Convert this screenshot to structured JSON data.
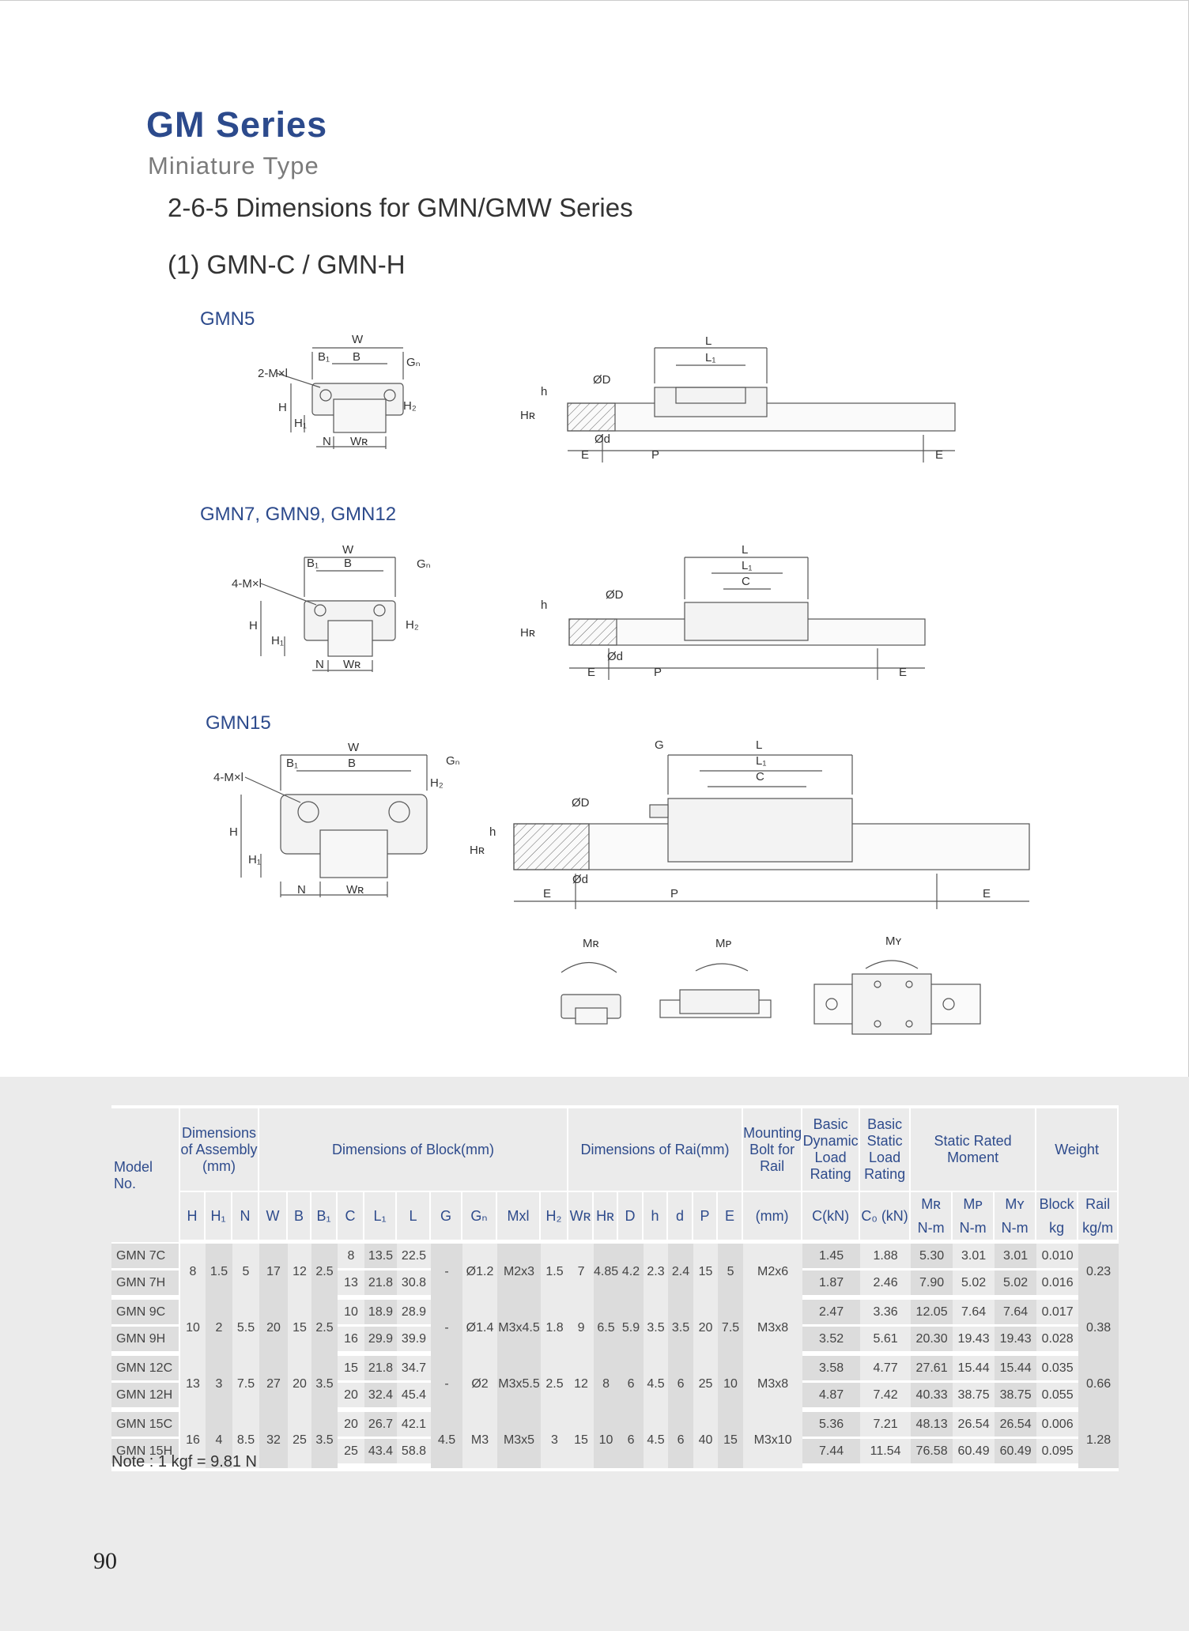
{
  "header": {
    "title": "GM Series",
    "subtitle": "Miniature Type",
    "section": "2-6-5  Dimensions for  GMN/GMW Series",
    "subsection": "(1) GMN-C / GMN-H"
  },
  "drawings": {
    "gmn5": {
      "title": "GMN5",
      "front": [
        "W",
        "B₁",
        "B",
        "Gₙ",
        "2-M×l",
        "H",
        "H₁",
        "H₂",
        "N",
        "Wʀ"
      ],
      "side": [
        "L",
        "L₁",
        "ØD",
        "h",
        "Hʀ",
        "Ød",
        "E",
        "P",
        "E"
      ]
    },
    "gmn7": {
      "title": "GMN7, GMN9, GMN12",
      "front": [
        "W",
        "B₁",
        "B",
        "Gₙ",
        "4-M×l",
        "H",
        "H₁",
        "H₂",
        "N",
        "Wʀ"
      ],
      "side": [
        "L",
        "L₁",
        "C",
        "ØD",
        "h",
        "Hʀ",
        "Ød",
        "E",
        "P",
        "E"
      ]
    },
    "gmn15": {
      "title": "GMN15",
      "front": [
        "W",
        "B₁",
        "B",
        "Gₙ",
        "4-M×l",
        "H",
        "H₁",
        "H₂",
        "N",
        "Wʀ"
      ],
      "side": [
        "G",
        "L",
        "L₁",
        "C",
        "ØD",
        "h",
        "Hʀ",
        "Ød",
        "E",
        "P",
        "E"
      ]
    },
    "moments": [
      "Mʀ",
      "Mᴘ",
      "Mʏ"
    ]
  },
  "table": {
    "group_headers": {
      "model": "Model No.",
      "assembly": "Dimensions of Assembly (mm)",
      "block": "Dimensions of Block(mm)",
      "rail": "Dimensions of Rai(mm)",
      "bolt": "Mounting Bolt for Rail",
      "dynamic": "Basic Dynamic Load Rating",
      "static": "Basic Static Load Rating",
      "moment": "Static Rated Moment",
      "weight": "Weight"
    },
    "sub_headers": [
      "H",
      "H₁",
      "N",
      "W",
      "B",
      "B₁",
      "C",
      "L₁",
      "L",
      "G",
      "Gₙ",
      "Mxl",
      "H₂",
      "Wʀ",
      "Hʀ",
      "D",
      "h",
      "d",
      "P",
      "E",
      "(mm)",
      "C(kN)",
      "C₀ (kN)"
    ],
    "moment_headers": [
      "Mʀ",
      "Mᴘ",
      "Mʏ"
    ],
    "moment_units": [
      "N-m",
      "N-m",
      "N-m"
    ],
    "weight_headers": [
      "Block",
      "Rail"
    ],
    "weight_units": [
      "kg",
      "kg/m"
    ],
    "groups": [
      {
        "models": [
          "GMN 7C",
          "GMN 7H"
        ],
        "H": "8",
        "H1": "1.5",
        "N": "5",
        "W": "17",
        "B": "12",
        "B1": "2.5",
        "C": [
          "8",
          "13"
        ],
        "L1": [
          "13.5",
          "21.8"
        ],
        "L": [
          "22.5",
          "30.8"
        ],
        "G": "-",
        "Gn": "Ø1.2",
        "Mxl": "M2x3",
        "H2": "1.5",
        "WR": "7",
        "HR": "4.85",
        "D": "4.2",
        "h": "2.3",
        "d": "2.4",
        "P": "15",
        "E": "5",
        "bolt": "M2x6",
        "Cdyn": [
          "1.45",
          "1.87"
        ],
        "C0": [
          "1.88",
          "2.46"
        ],
        "MR": [
          "5.30",
          "7.90"
        ],
        "MP": [
          "3.01",
          "5.02"
        ],
        "MY": [
          "3.01",
          "5.02"
        ],
        "block": [
          "0.010",
          "0.016"
        ],
        "rail": "0.23"
      },
      {
        "models": [
          "GMN 9C",
          "GMN 9H"
        ],
        "H": "10",
        "H1": "2",
        "N": "5.5",
        "W": "20",
        "B": "15",
        "B1": "2.5",
        "C": [
          "10",
          "16"
        ],
        "L1": [
          "18.9",
          "29.9"
        ],
        "L": [
          "28.9",
          "39.9"
        ],
        "G": "-",
        "Gn": "Ø1.4",
        "Mxl": "M3x4.5",
        "H2": "1.8",
        "WR": "9",
        "HR": "6.5",
        "D": "5.9",
        "h": "3.5",
        "d": "3.5",
        "P": "20",
        "E": "7.5",
        "bolt": "M3x8",
        "Cdyn": [
          "2.47",
          "3.52"
        ],
        "C0": [
          "3.36",
          "5.61"
        ],
        "MR": [
          "12.05",
          "20.30"
        ],
        "MP": [
          "7.64",
          "19.43"
        ],
        "MY": [
          "7.64",
          "19.43"
        ],
        "block": [
          "0.017",
          "0.028"
        ],
        "rail": "0.38"
      },
      {
        "models": [
          "GMN 12C",
          "GMN 12H"
        ],
        "H": "13",
        "H1": "3",
        "N": "7.5",
        "W": "27",
        "B": "20",
        "B1": "3.5",
        "C": [
          "15",
          "20"
        ],
        "L1": [
          "21.8",
          "32.4"
        ],
        "L": [
          "34.7",
          "45.4"
        ],
        "G": "-",
        "Gn": "Ø2",
        "Mxl": "M3x5.5",
        "H2": "2.5",
        "WR": "12",
        "HR": "8",
        "D": "6",
        "h": "4.5",
        "d": "6",
        "P": "25",
        "E": "10",
        "bolt": "M3x8",
        "Cdyn": [
          "3.58",
          "4.87"
        ],
        "C0": [
          "4.77",
          "7.42"
        ],
        "MR": [
          "27.61",
          "40.33"
        ],
        "MP": [
          "15.44",
          "38.75"
        ],
        "MY": [
          "15.44",
          "38.75"
        ],
        "block": [
          "0.035",
          "0.055"
        ],
        "rail": "0.66"
      },
      {
        "models": [
          "GMN 15C",
          "GMN 15H"
        ],
        "H": "16",
        "H1": "4",
        "N": "8.5",
        "W": "32",
        "B": "25",
        "B1": "3.5",
        "C": [
          "20",
          "25"
        ],
        "L1": [
          "26.7",
          "43.4"
        ],
        "L": [
          "42.1",
          "58.8"
        ],
        "G": "4.5",
        "Gn": "M3",
        "Mxl": "M3x5",
        "H2": "3",
        "WR": "15",
        "HR": "10",
        "D": "6",
        "h": "4.5",
        "d": "6",
        "P": "40",
        "E": "15",
        "bolt": "M3x10",
        "Cdyn": [
          "5.36",
          "7.44"
        ],
        "C0": [
          "7.21",
          "11.54"
        ],
        "MR": [
          "48.13",
          "76.58"
        ],
        "MP": [
          "26.54",
          "60.49"
        ],
        "MY": [
          "26.54",
          "60.49"
        ],
        "block": [
          "0.006",
          "0.095"
        ],
        "rail": "1.28"
      }
    ]
  },
  "note": "Note : 1 kgf = 9.81 N",
  "page_number": "90",
  "colors": {
    "title": "#2c4a8c",
    "subtitle": "#7b7b7b",
    "table_bg": "#ebebeb",
    "cell_dark": "#dcdcdc"
  }
}
